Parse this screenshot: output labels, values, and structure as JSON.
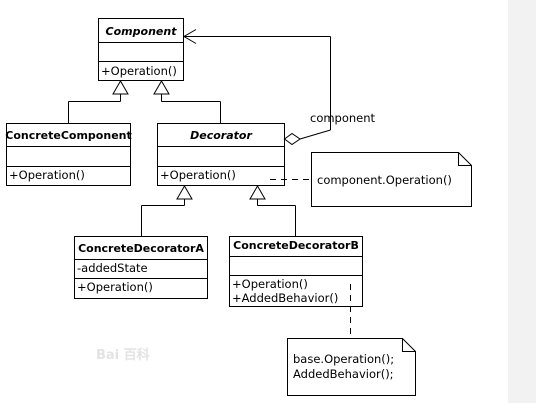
{
  "classes": {
    "component": {
      "name": "Component",
      "attributes": [],
      "operations": [
        "+Operation()"
      ]
    },
    "concrete_component": {
      "name": "ConcreteComponent",
      "attributes": [],
      "operations": [
        "+Operation()"
      ]
    },
    "decorator": {
      "name": "Decorator",
      "attributes": [],
      "operations": [
        "+Operation()"
      ]
    },
    "concrete_decorator_a": {
      "name": "ConcreteDecoratorA",
      "attributes": [
        "-addedState"
      ],
      "operations": [
        "+Operation()"
      ]
    },
    "concrete_decorator_b": {
      "name": "ConcreteDecoratorB",
      "attributes": [],
      "operations": [
        "+Operation()",
        "+AddedBehavior()"
      ]
    }
  },
  "association_label": "component",
  "notes": {
    "decorator_note": [
      "component.Operation()"
    ],
    "concrete_b_note": [
      "base.Operation();",
      "AddedBehavior();"
    ]
  },
  "watermark": "Bai 百科"
}
